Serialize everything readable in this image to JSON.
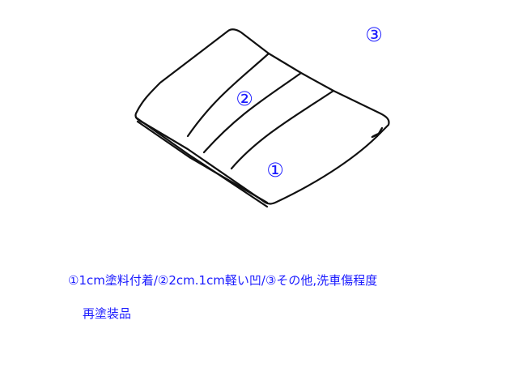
{
  "markers": {
    "one": "①",
    "two": "②",
    "three": "③"
  },
  "caption": {
    "line1": "①1cm塗料付着/②2cm.1cm軽い凹/③その他,洗車傷程度",
    "line2": "再塗装品"
  },
  "colors": {
    "ink": "#1a1aff",
    "outline": "#111111",
    "background": "#ffffff"
  }
}
